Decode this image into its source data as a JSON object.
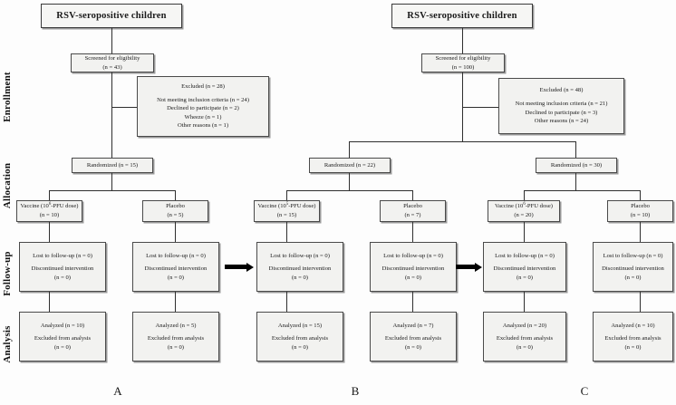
{
  "figure": {
    "type": "consort-flow-diagram",
    "stage_labels": [
      "Enrollment",
      "Allocation",
      "Follow-up",
      "Analysis"
    ],
    "panel_letters": [
      "A",
      "B",
      "C"
    ]
  },
  "panels": [
    {
      "letter": "A",
      "title": "RSV-seropositive children",
      "screened": {
        "l1": "Screened for eligibility",
        "l2": "(n = 43)"
      },
      "excluded": {
        "heading": "Excluded (n = 28)",
        "reasons": [
          "Not meeting inclusion criteria (n = 24)",
          "Declined to participate (n = 2)",
          "Wheeze (n = 1)",
          "Other reasons (n = 1)"
        ]
      },
      "randomized": [
        {
          "label": "Randomized (n = 15)"
        }
      ],
      "arms": [
        {
          "alloc_l1_pre": "Vaccine (10",
          "alloc_l1_sup": "6",
          "alloc_l1_post": "-PFU dose)",
          "alloc_l2": "(n = 10)",
          "follow_l1": "Lost to follow-up (n = 0)",
          "follow_l2": "Discontinued intervention",
          "follow_l3": "(n = 0)",
          "analysis_l1": "Analyzed (n = 10)",
          "analysis_l2": "Excluded from analysis",
          "analysis_l3": "(n = 0)"
        },
        {
          "alloc_l1_pre": "Placebo",
          "alloc_l1_sup": "",
          "alloc_l1_post": "",
          "alloc_l2": "(n = 5)",
          "follow_l1": "Lost to follow-up (n = 0)",
          "follow_l2": "Discontinued intervention",
          "follow_l3": "(n = 0)",
          "analysis_l1": "Analyzed (n = 5)",
          "analysis_l2": "Excluded from analysis",
          "analysis_l3": "(n = 0)"
        }
      ]
    },
    {
      "letter": "B",
      "title": "RSV-seropositive children",
      "screened": {
        "l1": "Screened for eligibility",
        "l2": "(n = 100)"
      },
      "excluded": {
        "heading": "Excluded (n = 48)",
        "reasons": [
          "Not meeting inclusion criteria (n = 21)",
          "Declined to participate (n = 3)",
          "Other reasons (n = 24)"
        ]
      },
      "randomized": [
        {
          "label": "Randomized (n = 22)"
        },
        {
          "label": "Randomized (n = 30)"
        }
      ],
      "arms": [
        {
          "alloc_l1_pre": "Vaccine (10",
          "alloc_l1_sup": "5",
          "alloc_l1_post": "-PFU dose)",
          "alloc_l2": "(n = 15)",
          "follow_l1": "Lost to follow-up (n = 0)",
          "follow_l2": "Discontinued intervention",
          "follow_l3": "(n = 0)",
          "analysis_l1": "Analyzed (n = 15)",
          "analysis_l2": "Excluded from analysis",
          "analysis_l3": "(n = 0)"
        },
        {
          "alloc_l1_pre": "Placebo",
          "alloc_l1_sup": "",
          "alloc_l1_post": "",
          "alloc_l2": "(n = 7)",
          "follow_l1": "Lost to follow-up (n = 0)",
          "follow_l2": "Discontinued intervention",
          "follow_l3": "(n = 0)",
          "analysis_l1": "Analyzed (n = 7)",
          "analysis_l2": "Excluded from analysis",
          "analysis_l3": "(n = 0)"
        },
        {
          "alloc_l1_pre": "Vaccine (10",
          "alloc_l1_sup": "6",
          "alloc_l1_post": "-PFU dose)",
          "alloc_l2": "(n = 20)",
          "follow_l1": "Lost to follow-up (n = 0)",
          "follow_l2": "Discontinued intervention",
          "follow_l3": "(n = 0)",
          "analysis_l1": "Analyzed (n = 20)",
          "analysis_l2": "Excluded from analysis",
          "analysis_l3": "(n = 0)"
        },
        {
          "alloc_l1_pre": "Placebo",
          "alloc_l1_sup": "",
          "alloc_l1_post": "",
          "alloc_l2": "(n = 10)",
          "follow_l1": "Lost to follow-up (n = 0)",
          "follow_l2": "Discontinued intervention",
          "follow_l3": "(n = 0)",
          "analysis_l1": "Analyzed (n = 10)",
          "analysis_l2": "Excluded from analysis",
          "analysis_l3": "(n = 0)"
        }
      ]
    }
  ],
  "colors": {
    "box_fill": "#f2f2f0",
    "box_border": "#4a4a4a",
    "line": "#2f2f2f",
    "arrow": "#000000",
    "text": "#1a1a1a"
  }
}
